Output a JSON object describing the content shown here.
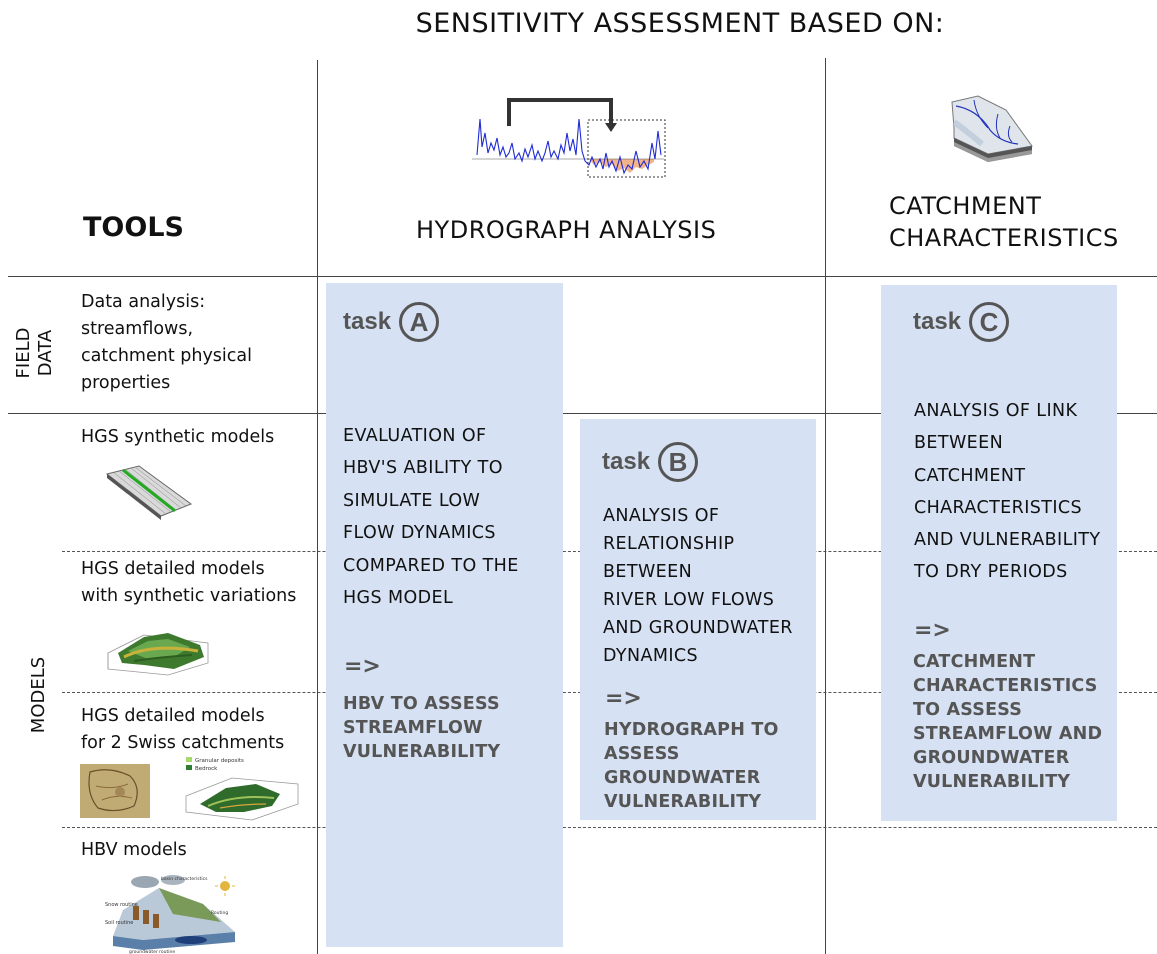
{
  "title": "SENSITIVITY ASSESSMENT BASED ON:",
  "tools_header": "TOOLS",
  "hydrograph_header": "HYDROGRAPH ANALYSIS",
  "catchment_header": [
    "CATCHMENT",
    "CHARACTERISTICS"
  ],
  "row_labels": {
    "field_data": [
      "FIELD",
      "DATA"
    ],
    "models": "MODELS"
  },
  "tools": {
    "field": [
      "Data analysis:",
      "streamflows,",
      "catchment physical",
      "properties"
    ],
    "hgs_synthetic": "HGS synthetic models",
    "hgs_detailed_synthetic": [
      "HGS detailed models",
      "with synthetic variations"
    ],
    "hgs_detailed_swiss": [
      "HGS detailed models",
      "for 2 Swiss catchments"
    ],
    "hbv": "HBV models"
  },
  "legend_swiss": [
    "Granular deposits",
    "Bedrock"
  ],
  "tasks": {
    "a": {
      "word": "task",
      "letter": "A",
      "lines": [
        "EVALUATION OF",
        "HBV'S  ABILITY TO",
        "SIMULATE LOW",
        "FLOW DYNAMICS",
        "COMPARED TO THE",
        "HGS MODEL"
      ],
      "arrow": "=>",
      "conclusion": [
        "HBV TO ASSESS",
        "STREAMFLOW",
        "VULNERABILITY"
      ]
    },
    "b": {
      "word": "task",
      "letter": "B",
      "lines": [
        "ANALYSIS OF",
        "RELATIONSHIP",
        "BETWEEN",
        "RIVER LOW FLOWS",
        "AND GROUNDWATER",
        "DYNAMICS"
      ],
      "arrow": "=>",
      "conclusion": [
        "HYDROGRAPH TO",
        "ASSESS",
        "GROUNDWATER",
        "VULNERABILITY"
      ]
    },
    "c": {
      "word": "task",
      "letter": "C",
      "lines": [
        "ANALYSIS OF LINK",
        "BETWEEN",
        "CATCHMENT",
        "CHARACTERISTICS",
        "AND VULNERABILITY",
        "TO DRY PERIODS"
      ],
      "arrow": "=>",
      "conclusion": [
        "CATCHMENT",
        "CHARACTERISTICS",
        "TO ASSESS",
        "STREAMFLOW AND",
        "GROUNDWATER",
        "VULNERABILITY"
      ]
    }
  },
  "colors": {
    "task_box": "#d6e1f3",
    "task_text": "#555555",
    "hydrograph_line": "#1f2bd6",
    "low_flow_fill": "#f2b48a"
  }
}
